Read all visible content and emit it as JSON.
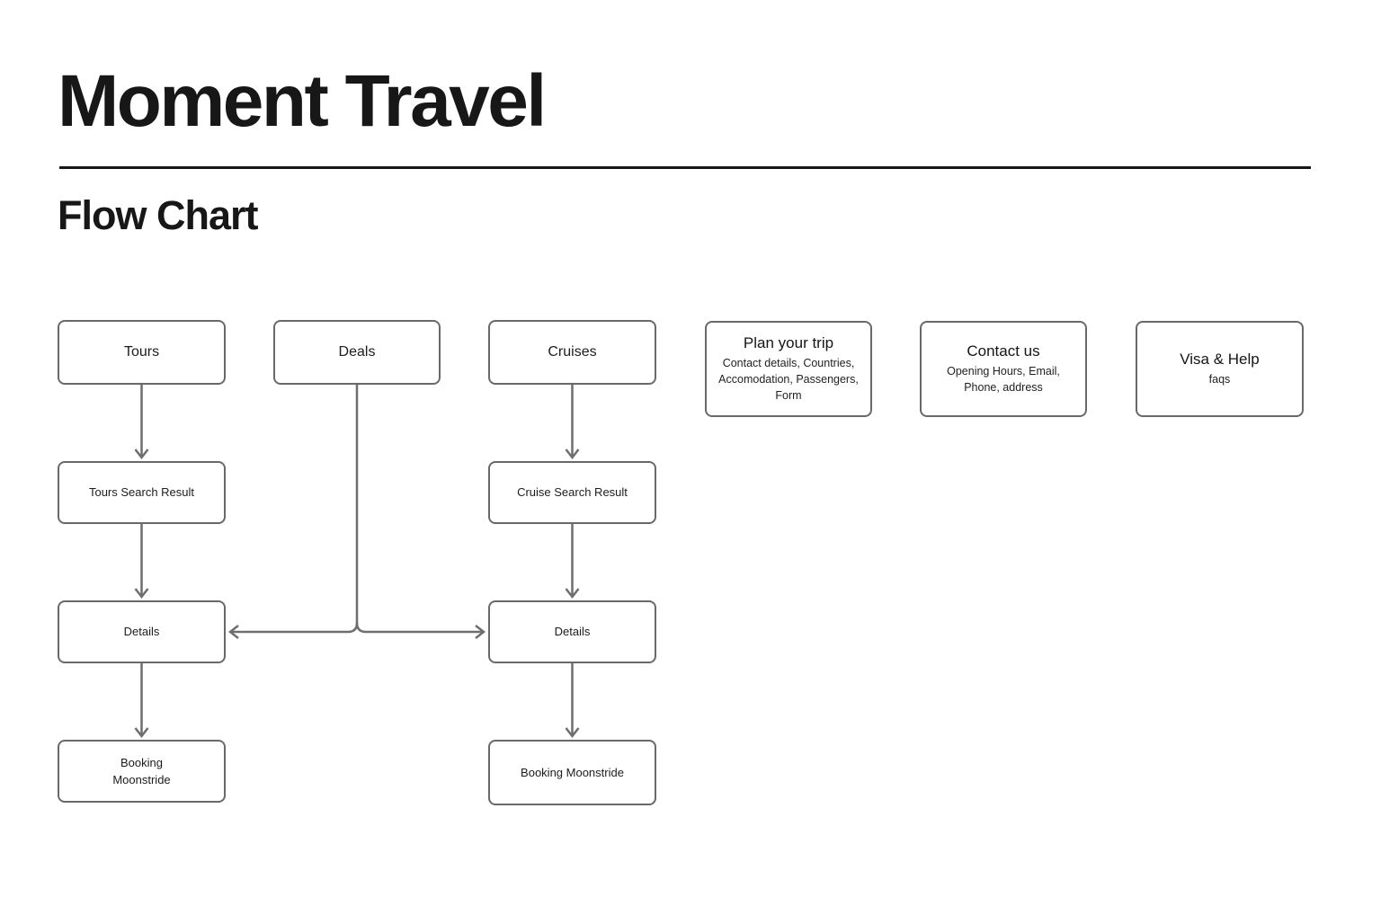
{
  "page": {
    "title": "Moment Travel",
    "section_title": "Flow Chart"
  },
  "flowchart": {
    "stroke_color": "#6e6e6e",
    "nodes": [
      {
        "id": "tours",
        "label": "Tours"
      },
      {
        "id": "deals",
        "label": "Deals"
      },
      {
        "id": "cruises",
        "label": "Cruises"
      },
      {
        "id": "plan-your-trip",
        "label": "Plan your trip",
        "sublabel": "Contact details, Countries, Accomodation, Passengers, Form"
      },
      {
        "id": "contact-us",
        "label": "Contact us",
        "sublabel": "Opening Hours, Email, Phone, address"
      },
      {
        "id": "visa-help",
        "label": "Visa & Help",
        "sublabel": "faqs"
      },
      {
        "id": "tours-search-result",
        "label": "Tours Search Result"
      },
      {
        "id": "cruise-search-result",
        "label": "Cruise Search Result"
      },
      {
        "id": "details-tours",
        "label": "Details"
      },
      {
        "id": "details-cruises",
        "label": "Details"
      },
      {
        "id": "booking-moonstride-tours",
        "label": "Booking Moonstride"
      },
      {
        "id": "booking-moonstride-cruises",
        "label": "Booking Moonstride"
      }
    ],
    "edges": [
      {
        "from": "tours",
        "to": "tours-search-result"
      },
      {
        "from": "tours-search-result",
        "to": "details-tours"
      },
      {
        "from": "details-tours",
        "to": "booking-moonstride-tours"
      },
      {
        "from": "cruises",
        "to": "cruise-search-result"
      },
      {
        "from": "cruise-search-result",
        "to": "details-cruises"
      },
      {
        "from": "details-cruises",
        "to": "booking-moonstride-cruises"
      },
      {
        "from": "deals",
        "branch": [
          "details-tours",
          "details-cruises"
        ]
      }
    ]
  }
}
